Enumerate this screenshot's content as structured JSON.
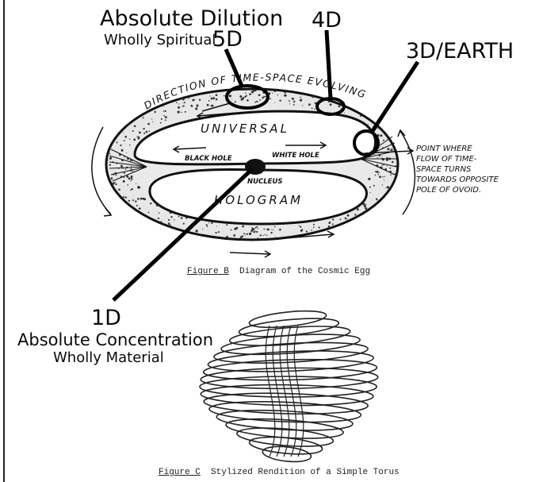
{
  "annotations": {
    "dilution_title": "Absolute Dilution",
    "dilution_sub": "Wholly Spiritual",
    "label_5d": "5D",
    "label_4d": "4D",
    "label_3d": "3D/EARTH",
    "label_1d": "1D",
    "concentration_title": "Absolute Concentration",
    "concentration_sub": "Wholly Material"
  },
  "figure_b": {
    "direction_text": "DIRECTION OF TIME-SPACE EVOLVING",
    "universal": "UNIVERSAL",
    "hologram": "HOLOGRAM",
    "black_hole": "BLACK HOLE",
    "white_hole": "WHITE HOLE",
    "nucleus": "NUCLEUS",
    "point_note": [
      "POINT WHERE",
      "FLOW OF TIME-",
      "SPACE TURNS",
      "TOWARDS OPPOSITE",
      "POLE OF OVOID."
    ],
    "caption_label": "Figure B",
    "caption_text": "Diagram of the Cosmic Egg"
  },
  "figure_c": {
    "caption_label": "Figure C",
    "caption_text": "Stylized Rendition of a Simple Torus"
  }
}
